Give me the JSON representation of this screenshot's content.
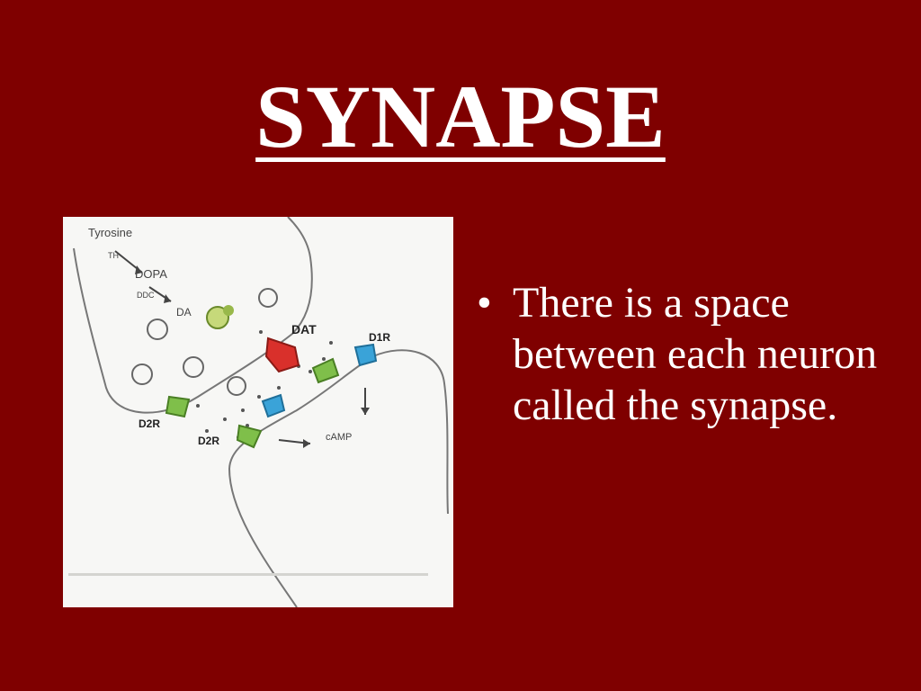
{
  "slide": {
    "title": "SYNAPSE",
    "bullets": [
      {
        "marker": "•",
        "text": "There is a space between each neuron called the synapse."
      }
    ]
  },
  "figure": {
    "labels": {
      "tyrosine": "Tyrosine",
      "th": "TH",
      "dopa": "DOPA",
      "ddc": "DDC",
      "da": "DA",
      "dat": "DAT",
      "d1r": "D1R",
      "d2r_pre": "D2R",
      "d2r_post": "D2R",
      "camp": "cAMP"
    }
  },
  "colors": {
    "background": "#7f0000",
    "text": "#ffffff",
    "figure_background": "#f7f7f5",
    "dat_transporter": "#d9302b",
    "d1_receptor": "#3aa3d8",
    "d2_receptor": "#7fbf4a"
  }
}
